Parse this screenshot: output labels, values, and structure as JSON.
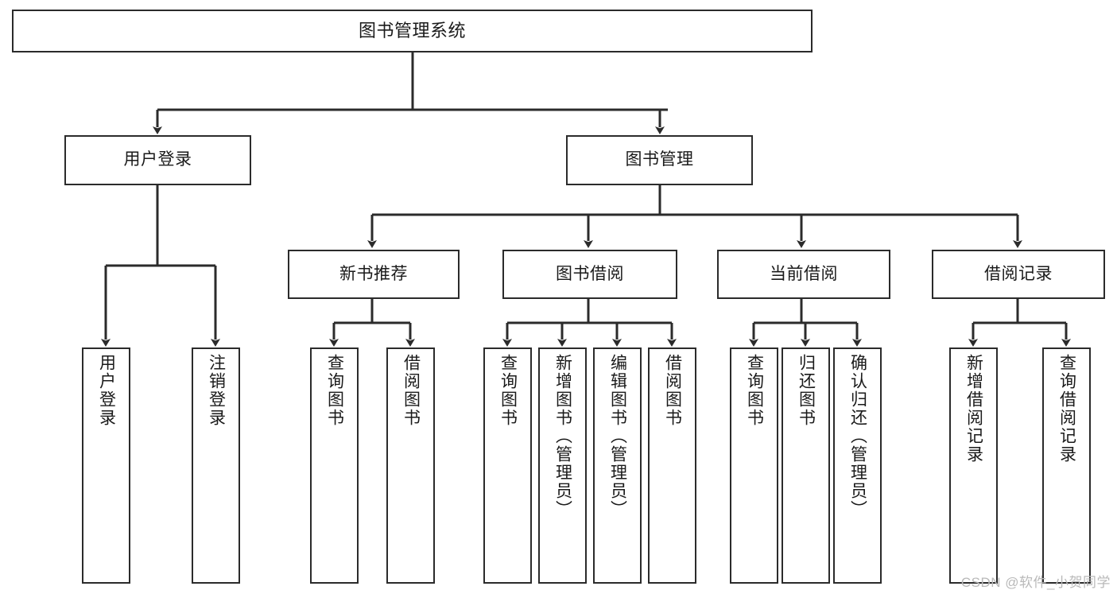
{
  "diagram": {
    "title": "图书管理系统",
    "watermark": "CSDN @软件_小贺同学",
    "line_color": "#2b2b2b",
    "background_color": "#ffffff",
    "text_color": "#1a1a1a",
    "watermark_color": "#b9b9b9",
    "levels": {
      "root": "图书管理系统",
      "level2": [
        "用户登录",
        "图书管理"
      ],
      "level3": [
        "新书推荐",
        "图书借阅",
        "当前借阅",
        "借阅记录"
      ]
    },
    "nodes": {
      "root": {
        "label": "图书管理系统"
      },
      "user_login": {
        "label": "用户登录"
      },
      "book_manage": {
        "label": "图书管理"
      },
      "new_book_rec": {
        "label": "新书推荐"
      },
      "book_borrow": {
        "label": "图书借阅"
      },
      "current_borrow": {
        "label": "当前借阅"
      },
      "borrow_record": {
        "label": "借阅记录"
      },
      "leaf_user_login": {
        "label": "用户登录"
      },
      "leaf_logout": {
        "label": "注销登录"
      },
      "leaf_query_book_1": {
        "label": "查询图书"
      },
      "leaf_borrow_book_1": {
        "label": "借阅图书"
      },
      "leaf_query_book_2": {
        "label": "查询图书"
      },
      "leaf_add_book": {
        "label": "新增图书（管理员）"
      },
      "leaf_edit_book": {
        "label": "编辑图书（管理员）"
      },
      "leaf_borrow_book_2": {
        "label": "借阅图书"
      },
      "leaf_query_book_3": {
        "label": "查询图书"
      },
      "leaf_return_book": {
        "label": "归还图书"
      },
      "leaf_confirm_return": {
        "label": "确认归还（管理员）"
      },
      "leaf_add_record": {
        "label": "新增借阅记录"
      },
      "leaf_query_record": {
        "label": "查询借阅记录"
      }
    }
  }
}
